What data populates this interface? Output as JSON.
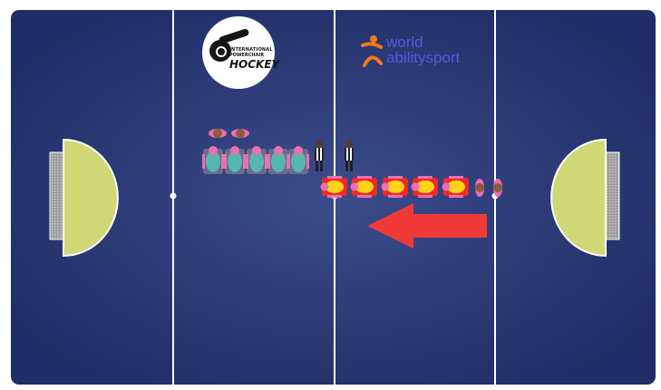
{
  "title": "",
  "logos": [
    {
      "name": "International Powerchair Hockey",
      "text_lines": [
        "INTERNATIONAL",
        "POWERCHAIR",
        "HOCKEY"
      ]
    },
    {
      "name": "World Abilitysport",
      "text_lines": [
        "world",
        "abilitysport"
      ]
    }
  ],
  "colors": {
    "rink_center": "#3a4a8a",
    "rink_edge": "#222f69",
    "lines": "#ffffff",
    "goal_crease": "#cfd874",
    "goal_net": "#9a9a9a",
    "team_a_jersey": "#55b6b3",
    "team_b_jersey": "#ffd21c",
    "chair_red": "#ef2a2a",
    "referee_stripes": "#202020",
    "helmet_pink": "#ec6fb2",
    "arrow": "#f03a3a"
  },
  "elements": {
    "team_a_players": 5,
    "team_a_bench_heads": 2,
    "team_b_players": 5,
    "team_b_bench_heads": 2,
    "referees": 2,
    "arrow_direction": "left"
  }
}
